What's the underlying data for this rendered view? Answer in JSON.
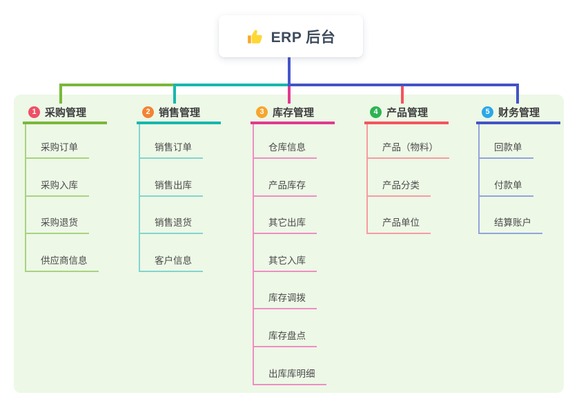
{
  "root": {
    "title": "ERP 后台",
    "icon": "thumbs-up-icon"
  },
  "theme": {
    "page_bg": "#ffffff",
    "canvas_bg": "#edf8e7",
    "stem_color": "#4556cb",
    "root_text_color": "#3d4a5c",
    "branch_label_color": "#3d3d3d",
    "child_text_color": "#4a4a4a",
    "thumb_color": "#fdd835",
    "thumb_cuff_color": "#f9a825"
  },
  "branches": [
    {
      "index": "1",
      "label": "采购管理",
      "badge_color": "#ef4f66",
      "line_color": "#7ab83a",
      "child_line_color": "#a8d37f",
      "children": [
        "采购订单",
        "采购入库",
        "采购退货",
        "供应商信息"
      ]
    },
    {
      "index": "2",
      "label": "销售管理",
      "badge_color": "#f58233",
      "line_color": "#16b8ac",
      "child_line_color": "#82d5ce",
      "children": [
        "销售订单",
        "销售出库",
        "销售退货",
        "客户信息"
      ]
    },
    {
      "index": "3",
      "label": "库存管理",
      "badge_color": "#f7a52d",
      "line_color": "#e1398f",
      "child_line_color": "#ee8ec2",
      "children": [
        "仓库信息",
        "产品库存",
        "其它出库",
        "其它入库",
        "库存调拨",
        "库存盘点",
        "出库库明细"
      ]
    },
    {
      "index": "4",
      "label": "产品管理",
      "badge_color": "#2eb353",
      "line_color": "#f4545c",
      "child_line_color": "#f89ba0",
      "children": [
        "产品（物料）",
        "产品分类",
        "产品单位"
      ]
    },
    {
      "index": "5",
      "label": "财务管理",
      "badge_color": "#2ba7e8",
      "line_color": "#4254c5",
      "child_line_color": "#92a4db",
      "children": [
        "回款单",
        "付款单",
        "结算账户"
      ]
    }
  ]
}
